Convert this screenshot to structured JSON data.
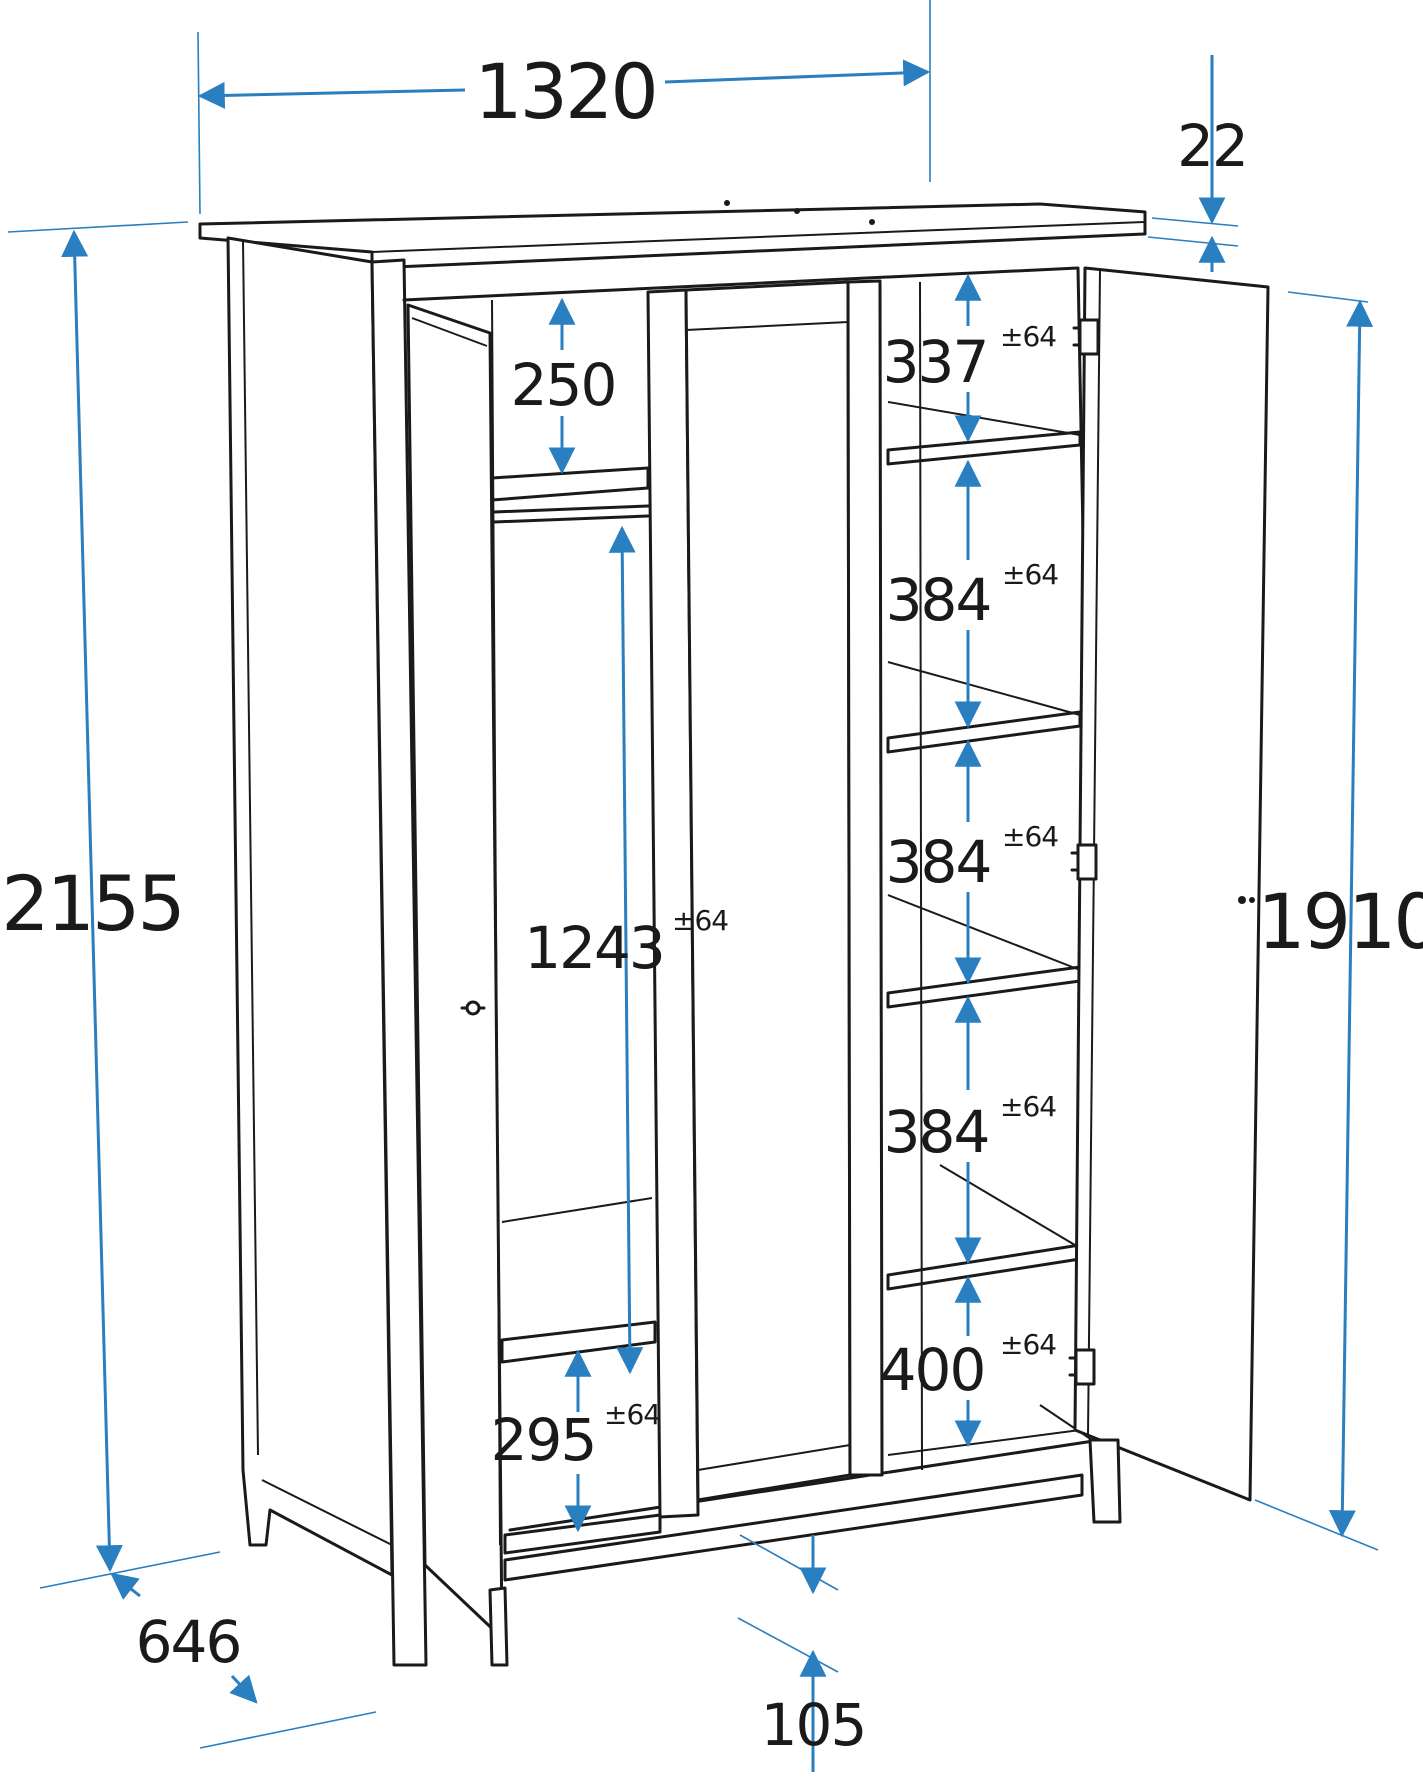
{
  "colors": {
    "dimension": "#2a7fc0",
    "ink": "#1a1a1a",
    "background": "#ffffff"
  },
  "dimensions": {
    "total_width": "1320",
    "top_thickness": "22",
    "total_height": "2155",
    "door_height": "1910",
    "depth": "646",
    "plinth_height": "105",
    "top_shelf_gap": "250",
    "hanging_height": "1243",
    "bottom_compartment": "295",
    "shelf_gap_1": "337",
    "shelf_gap_2": "384",
    "shelf_gap_3": "384",
    "shelf_gap_4": "384",
    "shelf_gap_5": "400"
  },
  "tolerance": "±64"
}
